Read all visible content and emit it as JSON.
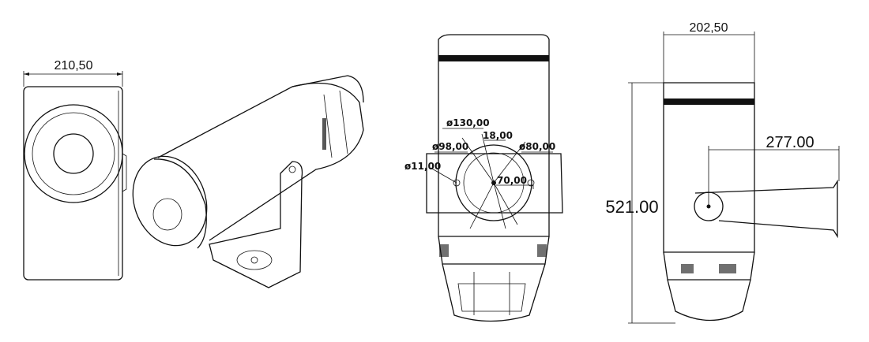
{
  "front_view": {
    "width_dim": "210,50"
  },
  "mount_view": {
    "dims": {
      "d130": "ø130,00",
      "d18": "18,00",
      "d98": "ø98,00",
      "d80": "ø80,00",
      "d11": "ø11,00",
      "d70": "70,00"
    }
  },
  "side_view": {
    "width_dim": "202,50",
    "height_dim": "521.00",
    "arm_dim": "277.00"
  }
}
